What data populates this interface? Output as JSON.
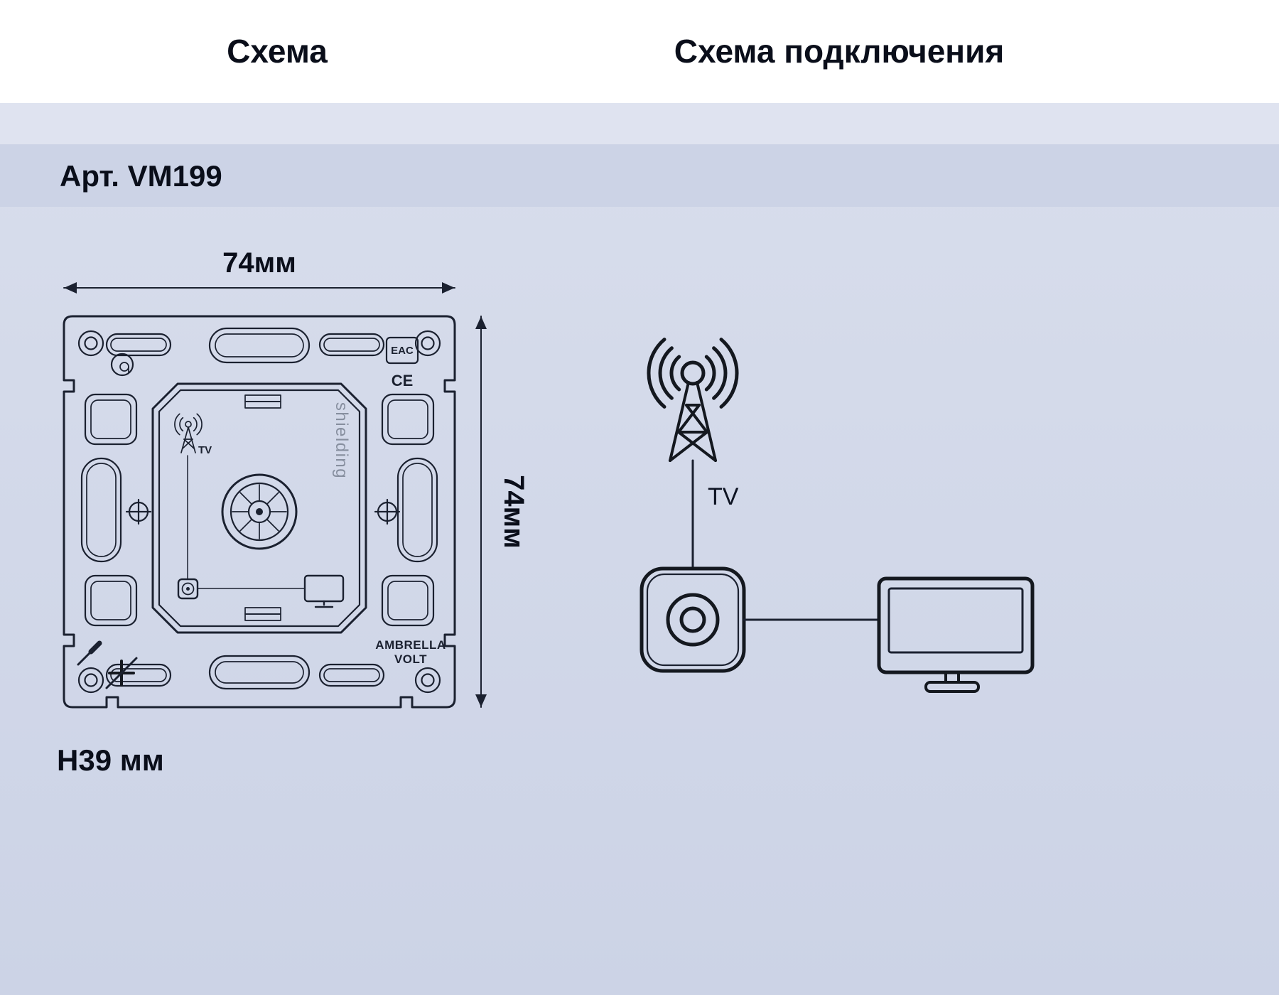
{
  "headers": {
    "left": "Схема",
    "right": "Схема подключения"
  },
  "article": {
    "label": "Арт. VM199"
  },
  "mount_height": {
    "label": "H39 мм"
  },
  "dims": {
    "width": "74мм",
    "height": "74мм"
  },
  "frame": {
    "shielding": "shielding",
    "brand_top": "AMBRELLA",
    "brand_bottom": "VOLT",
    "cert_eac": "EAC",
    "cert_ce": "CE",
    "antenna_label": "TV"
  },
  "connection": {
    "line_label": "TV"
  },
  "colors": {
    "ink": "#1b2130",
    "header_bg": "#ffffff",
    "strip_bg": "#dfe3f0",
    "article_bg": "#ccd3e6",
    "page_bg": "#d4daea"
  }
}
